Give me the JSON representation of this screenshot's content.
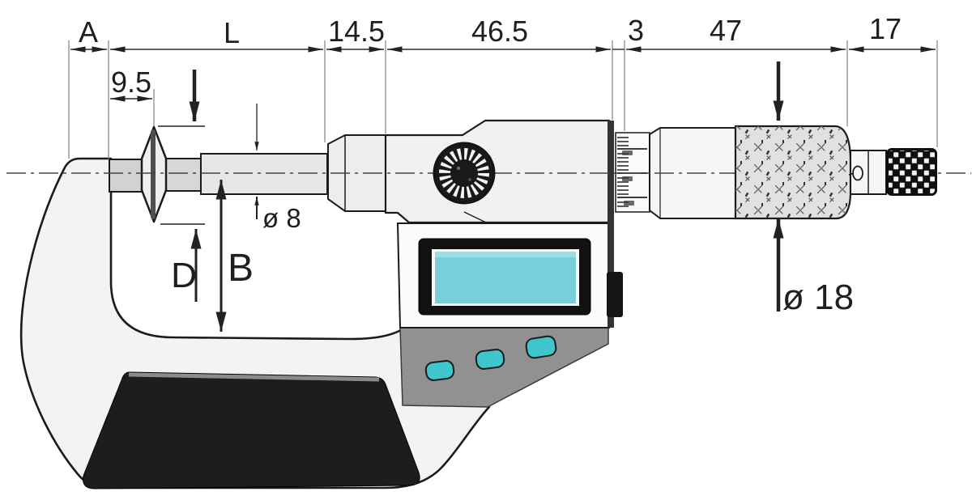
{
  "dims": {
    "a": "A",
    "l": "L",
    "s145": "14.5",
    "s465": "46.5",
    "s3": "3",
    "s47": "47",
    "s17": "17",
    "off95": "9.5",
    "spindle_dia": "ø 8",
    "disc_dia": "D",
    "throat_depth": "B",
    "thimble_dia": "ø 18"
  },
  "colors": {
    "screen": "#79cfd9",
    "screen_rim": "#f8f8f8",
    "button": "#3fc6cd",
    "pad": "#1d1d1d",
    "panel": "#919191",
    "outline": "#1b1b1b"
  }
}
